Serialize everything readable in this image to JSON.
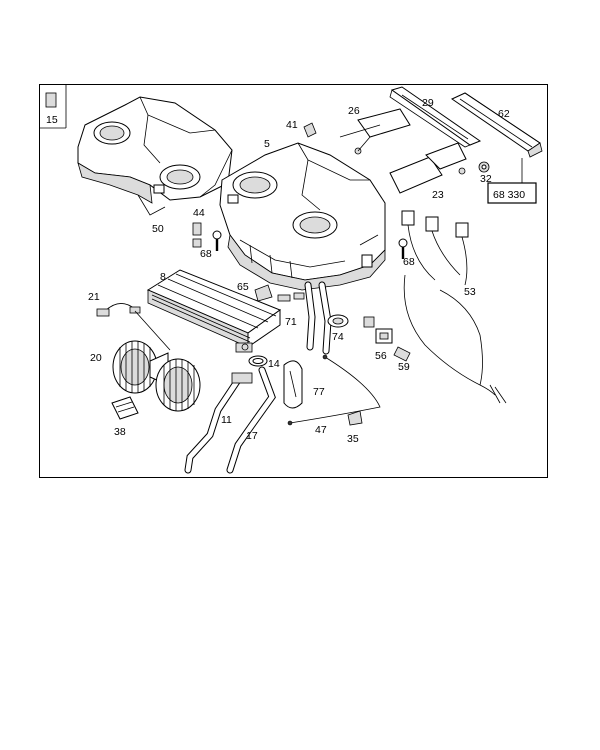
{
  "diagram": {
    "reference_box": "68 330",
    "corner_label": "15",
    "callouts": [
      {
        "id": "c15",
        "text": "15"
      },
      {
        "id": "c50",
        "text": "50"
      },
      {
        "id": "c41",
        "text": "41"
      },
      {
        "id": "c5",
        "text": "5"
      },
      {
        "id": "c26",
        "text": "26"
      },
      {
        "id": "c29",
        "text": "29"
      },
      {
        "id": "c62",
        "text": "62"
      },
      {
        "id": "c32",
        "text": "32"
      },
      {
        "id": "c23",
        "text": "23"
      },
      {
        "id": "c44",
        "text": "44"
      },
      {
        "id": "c68a",
        "text": "68"
      },
      {
        "id": "c68b",
        "text": "68"
      },
      {
        "id": "c8",
        "text": "8"
      },
      {
        "id": "c65",
        "text": "65"
      },
      {
        "id": "c53",
        "text": "53"
      },
      {
        "id": "c21",
        "text": "21"
      },
      {
        "id": "c71",
        "text": "71"
      },
      {
        "id": "c74",
        "text": "74"
      },
      {
        "id": "c56",
        "text": "56"
      },
      {
        "id": "c59",
        "text": "59"
      },
      {
        "id": "c20",
        "text": "20"
      },
      {
        "id": "c14",
        "text": "14"
      },
      {
        "id": "c77",
        "text": "77"
      },
      {
        "id": "c11",
        "text": "11"
      },
      {
        "id": "c38",
        "text": "38"
      },
      {
        "id": "c17",
        "text": "17"
      },
      {
        "id": "c47",
        "text": "47"
      },
      {
        "id": "c35",
        "text": "35"
      }
    ]
  }
}
